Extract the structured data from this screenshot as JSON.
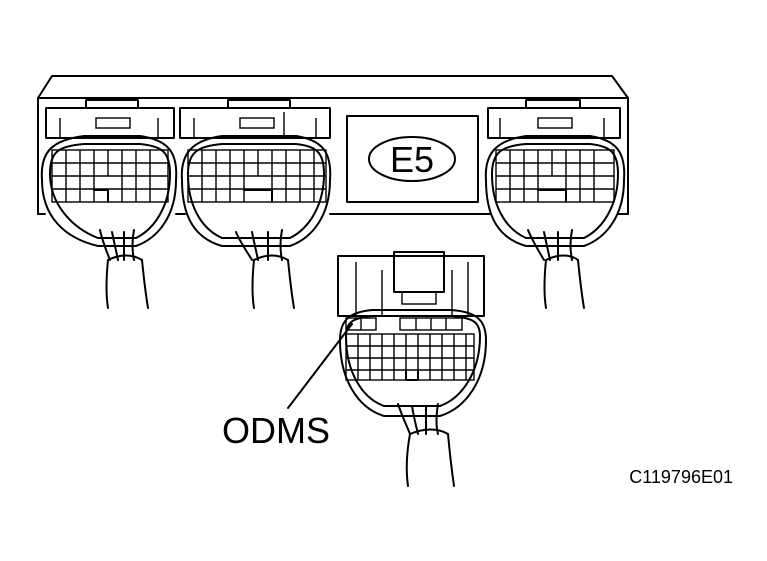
{
  "connector_label": "E5",
  "terminal_callout": "ODMS",
  "figure_id": "C119796E01",
  "colors": {
    "line": "#000000",
    "background": "#ffffff"
  }
}
